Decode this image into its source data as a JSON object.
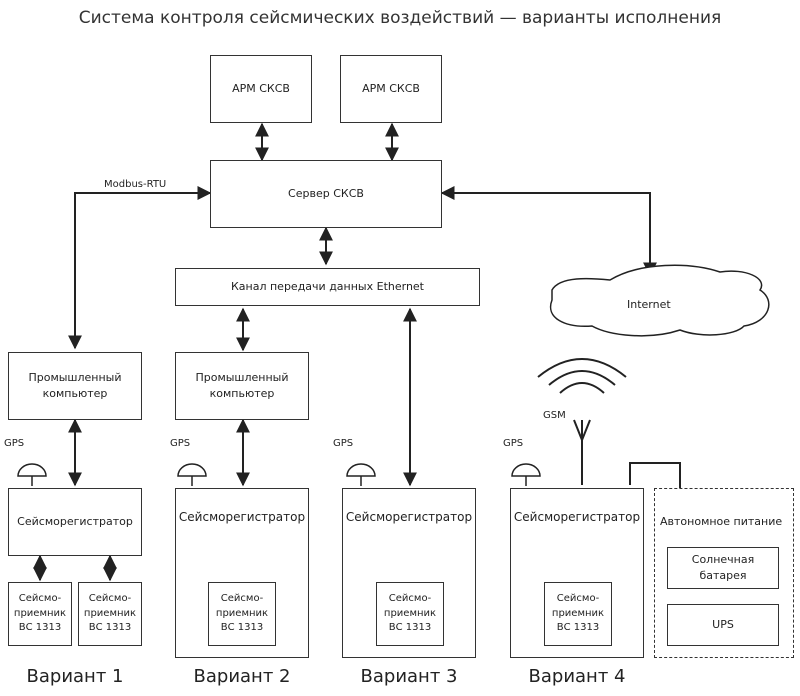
{
  "title": "Система контроля сейсмических воздействий — варианты исполнения",
  "arm_1": "АРМ СКСВ",
  "arm_2": "АРМ СКСВ",
  "server": "Сервер СКСВ",
  "ethernet": "Канал передачи данных Ethernet",
  "internet": "Internet",
  "modbus": "Modbus-RTU",
  "gsm": "GSM",
  "gps": "GPS",
  "pc_line1": "Промышленный",
  "pc_line2": "компьютер",
  "recorder": "Сейсморегистратор",
  "sensor_line1": "Сейсмо-",
  "sensor_line2": "приемник",
  "sensor_line3": "ВС 1313",
  "autonomous_power": "Автономное питание",
  "solar_line1": "Солнечная",
  "solar_line2": "батарея",
  "ups": "UPS",
  "variants": [
    "Вариант 1",
    "Вариант 2",
    "Вариант 3",
    "Вариант 4"
  ]
}
